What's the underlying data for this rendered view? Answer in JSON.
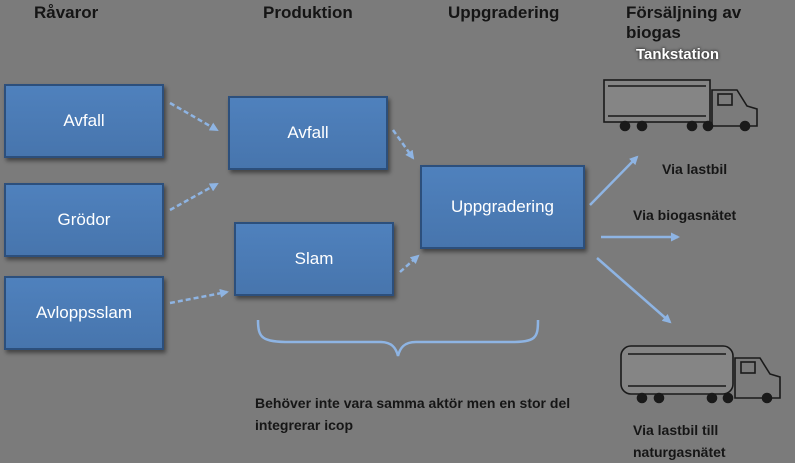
{
  "headers": {
    "ravaror": "Råvaror",
    "produktion": "Produktion",
    "uppgradering": "Uppgradering",
    "forsaljning": "Försäljning av biogas"
  },
  "raw_materials": [
    "Avfall",
    "Grödor",
    "Avloppsslam"
  ],
  "production": [
    "Avfall",
    "Slam"
  ],
  "upgrade": "Uppgradering",
  "sales": {
    "tankstation": "Tankstation",
    "via_lastbil": "Via lastbil",
    "via_biogasnatet": "Via biogasnätet",
    "via_lastbil_naturgas": "Via lastbil till naturgasnätet"
  },
  "note": "Behöver inte vara samma aktör men en stor del integrerar icop",
  "colors": {
    "box_fill": "#4f81bd",
    "box_border": "#2c4f7c",
    "arrow": "#8eb4e3",
    "background": "#7b7b7b"
  }
}
